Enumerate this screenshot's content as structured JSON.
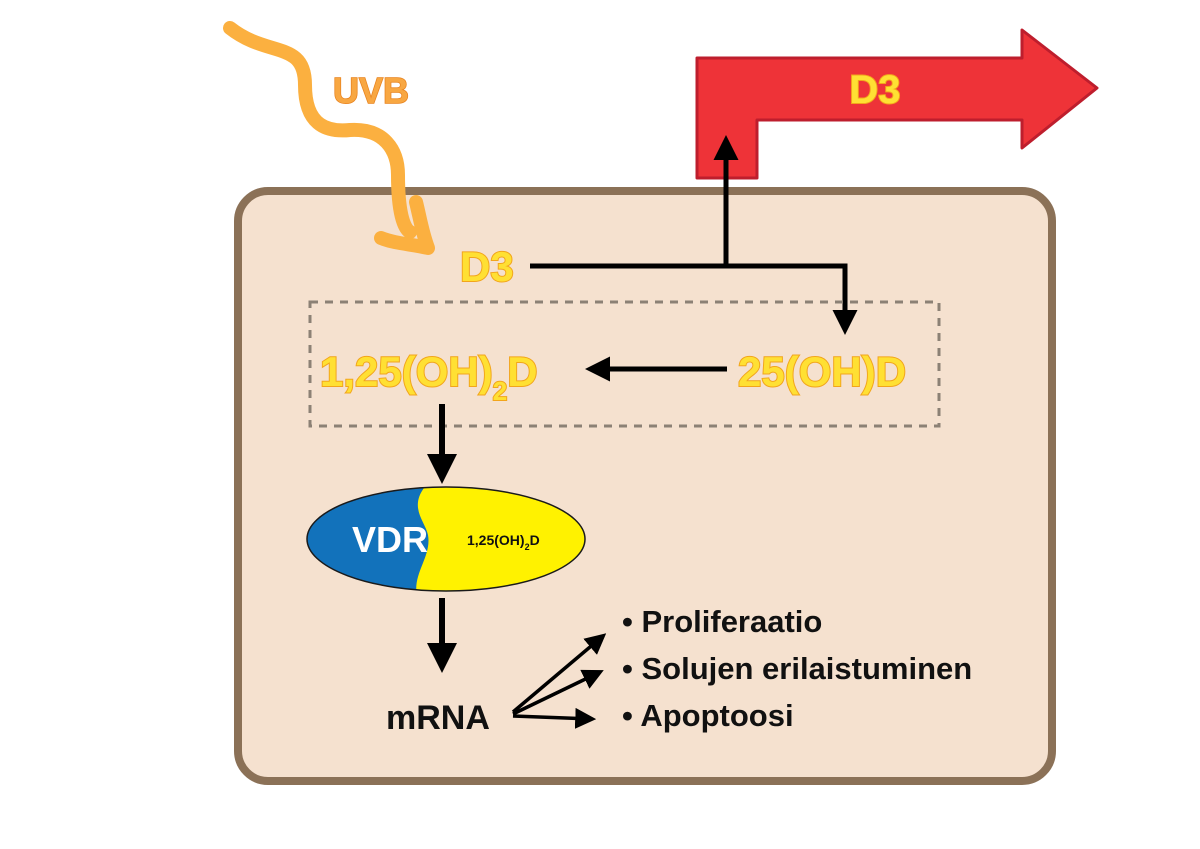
{
  "diagram": {
    "uvb_label": "UVB",
    "d3_export_label": "D3",
    "d3_cell_label": "D3",
    "calcitriol_label": {
      "main": "1,25(OH)",
      "sub": "2",
      "tail": "D"
    },
    "calcidiol_label": "25(OH)D",
    "vdr_label": "VDR",
    "vdr_ligand_label": {
      "main": "1,25(OH)",
      "sub": "2",
      "tail": "D"
    },
    "mrna_label": "mRNA",
    "effects": [
      "• Proliferaatio",
      "• Solujen erilaistuminen",
      "• Apoptoosi"
    ]
  },
  "colors": {
    "cell_fill": "#f5e1cf",
    "cell_border": "#8b7157",
    "uvb_arrow": "#fbb040",
    "d3_arrow_fill": "#ee3338",
    "d3_arrow_border": "#be1e2d",
    "metabolite_text": "#ffe033",
    "vdr_blue": "#1272bb",
    "vdr_yellow": "#fff200",
    "dashed_box": "#8c8175"
  },
  "icons": {
    "uvb": "wavy-arrow-icon",
    "export": "bent-block-arrow-icon"
  }
}
